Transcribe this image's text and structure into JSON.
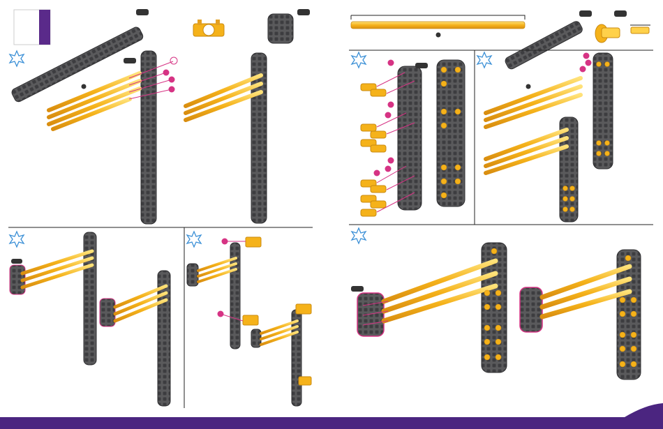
{
  "page": {
    "background": "#ffffff",
    "accent": "#5a2a8a",
    "bottom_bar_color": "#4b2580",
    "step_icon": "starburst-step-icon"
  },
  "colors": {
    "gray_part": "#5a5a5c",
    "gray_dark": "#3d3d40",
    "yellow_part": "#f5b21a",
    "yellow_light": "#ffd75a",
    "orange_edge": "#e0902a",
    "pink_callout": "#d63384",
    "step_badge": "#3a8fd6",
    "divider": "#222222"
  },
  "parts_legend": [
    {
      "name": "long-gray-beam"
    },
    {
      "name": "yellow-connector-hub"
    },
    {
      "name": "short-gray-plate"
    },
    {
      "name": "long-yellow-rod"
    },
    {
      "name": "yellow-beam-bar"
    },
    {
      "name": "yellow-peg"
    },
    {
      "name": "small-yellow-clip"
    }
  ],
  "panels": [
    {
      "name": "step-panel-1"
    },
    {
      "name": "step-panel-2"
    },
    {
      "name": "step-panel-3"
    },
    {
      "name": "step-panel-4"
    },
    {
      "name": "step-panel-5"
    },
    {
      "name": "step-panel-6"
    },
    {
      "name": "step-panel-7"
    }
  ]
}
